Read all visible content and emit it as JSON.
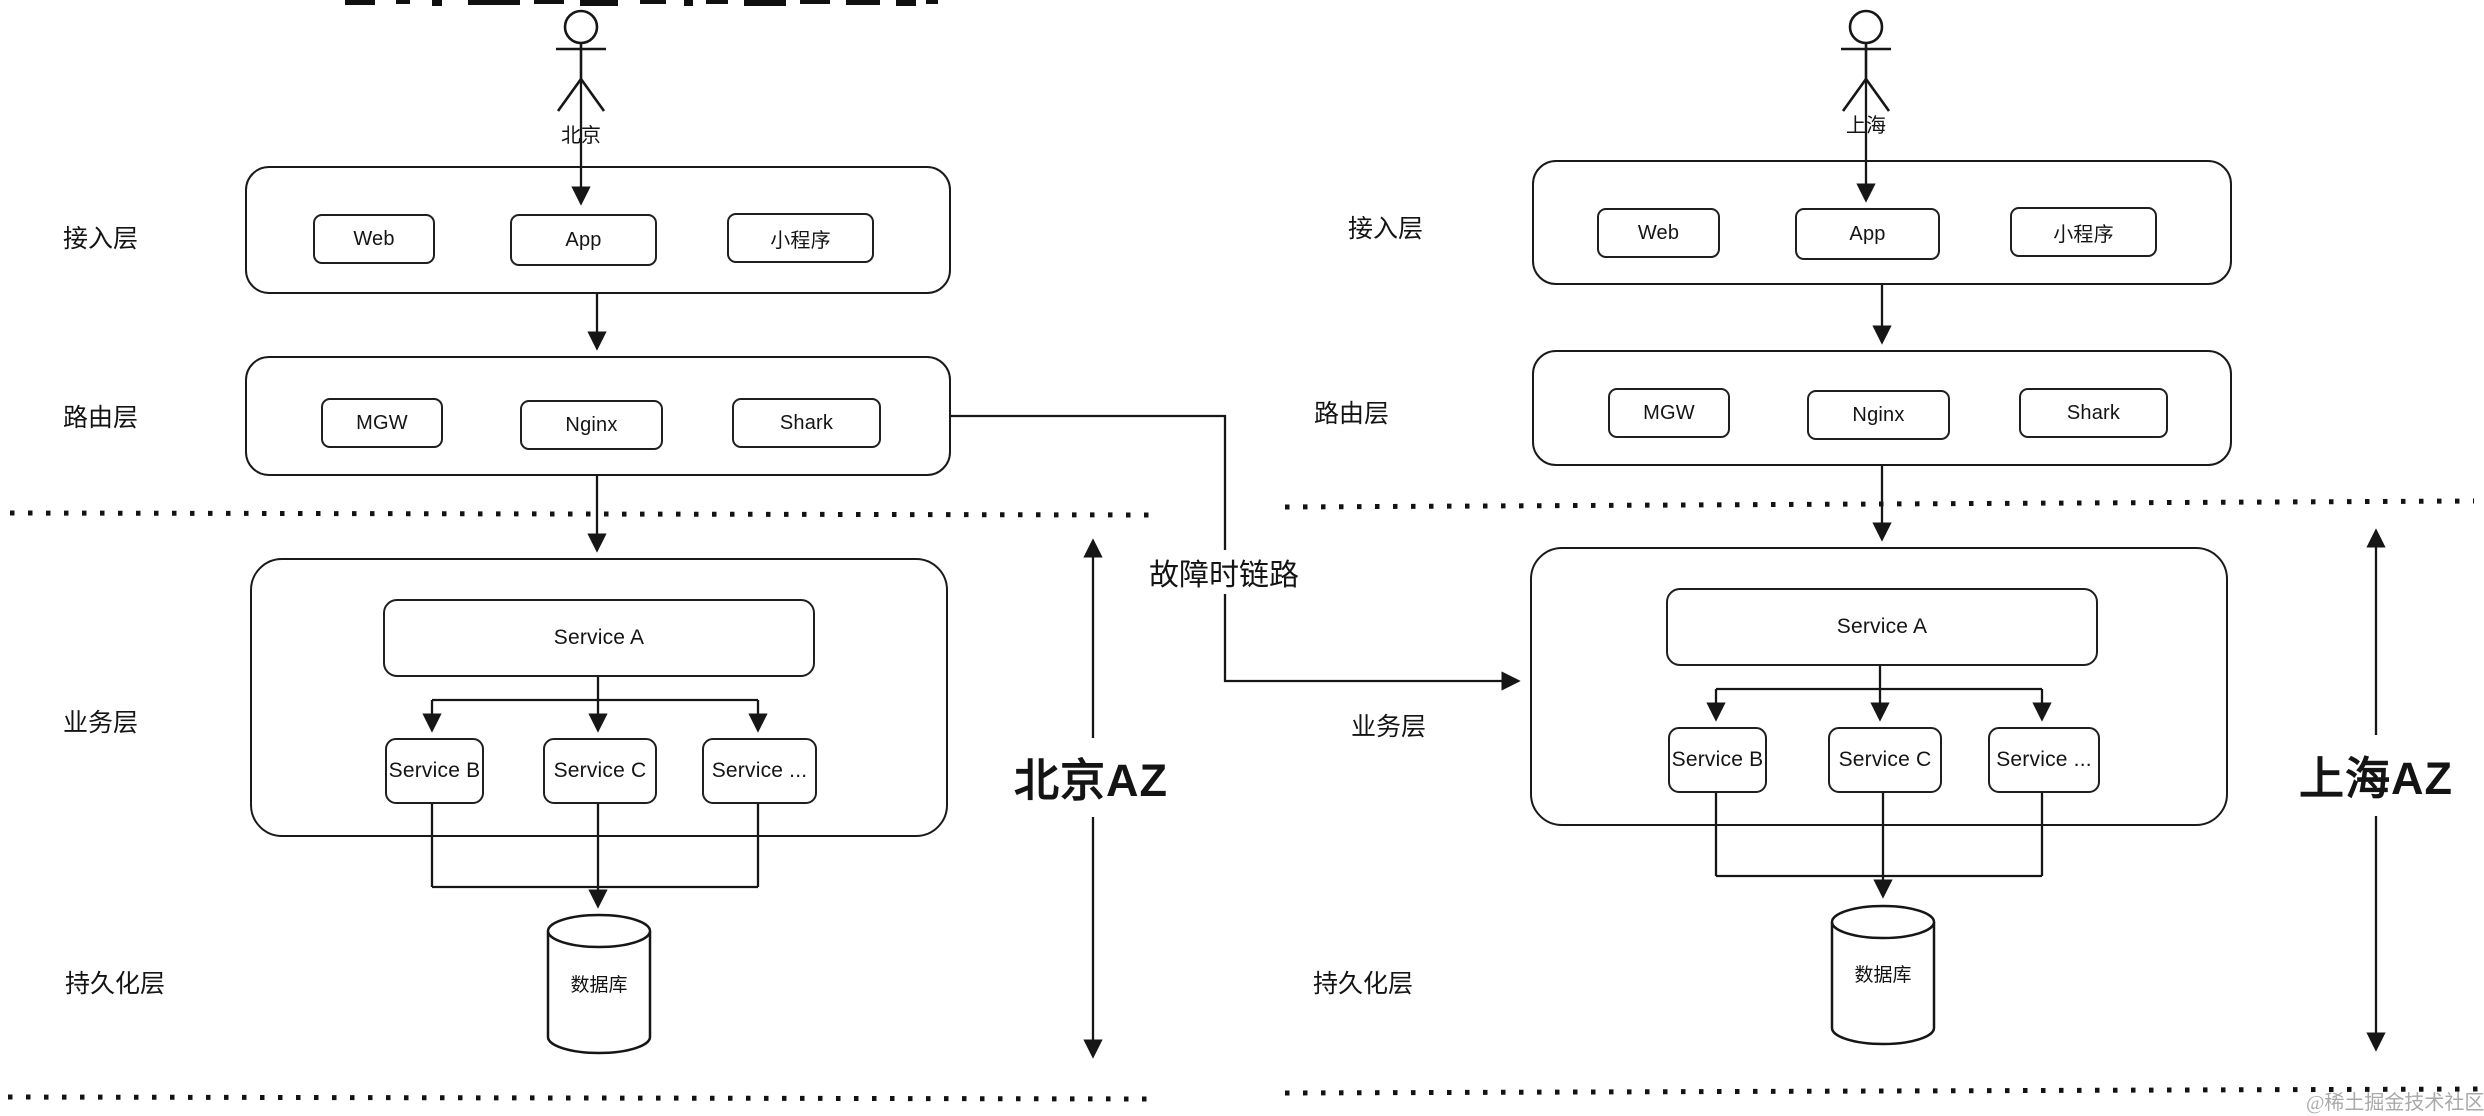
{
  "diagram": {
    "failure_link_label": "故障时链路",
    "watermark": "@稀土掘金技术社区",
    "zones": {
      "beijing": {
        "user": "北京",
        "az": "北京AZ",
        "layers": {
          "access": "接入层",
          "routing": "路由层",
          "business": "业务层",
          "persistence": "持久化层"
        },
        "access_nodes": [
          "Web",
          "App",
          "小程序"
        ],
        "routing_nodes": [
          "MGW",
          "Nginx",
          "Shark"
        ],
        "service_nodes": {
          "a": "Service A",
          "b": "Service B",
          "c": "Service C",
          "more": "Service ..."
        },
        "database": "数据库"
      },
      "shanghai": {
        "user": "上海",
        "az": "上海AZ",
        "layers": {
          "access": "接入层",
          "routing": "路由层",
          "business": "业务层",
          "persistence": "持久化层"
        },
        "access_nodes": [
          "Web",
          "App",
          "小程序"
        ],
        "routing_nodes": [
          "MGW",
          "Nginx",
          "Shark"
        ],
        "service_nodes": {
          "a": "Service A",
          "b": "Service B",
          "c": "Service C",
          "more": "Service ..."
        },
        "database": "数据库"
      }
    }
  }
}
